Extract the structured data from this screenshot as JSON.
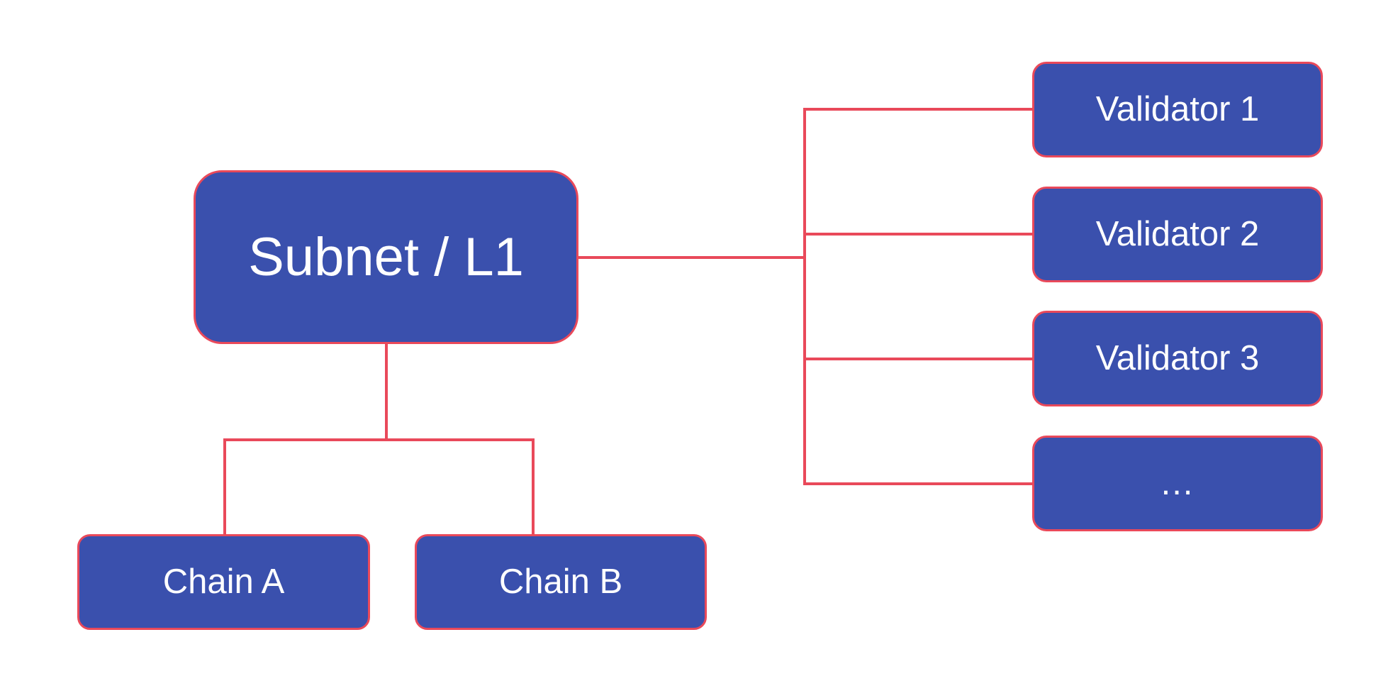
{
  "background": "#FFFFFF",
  "colors": {
    "node_fill": "#3A50AD",
    "node_border": "#E9495A",
    "connector": "#E9495A",
    "node_text": "#FFFFFF"
  },
  "nodes": {
    "subnet": {
      "label": "Subnet / L1"
    },
    "chain_a": {
      "label": "Chain A"
    },
    "chain_b": {
      "label": "Chain B"
    },
    "validators": [
      {
        "label": "Validator 1"
      },
      {
        "label": "Validator 2"
      },
      {
        "label": "Validator 3"
      },
      {
        "label": "..."
      }
    ]
  }
}
